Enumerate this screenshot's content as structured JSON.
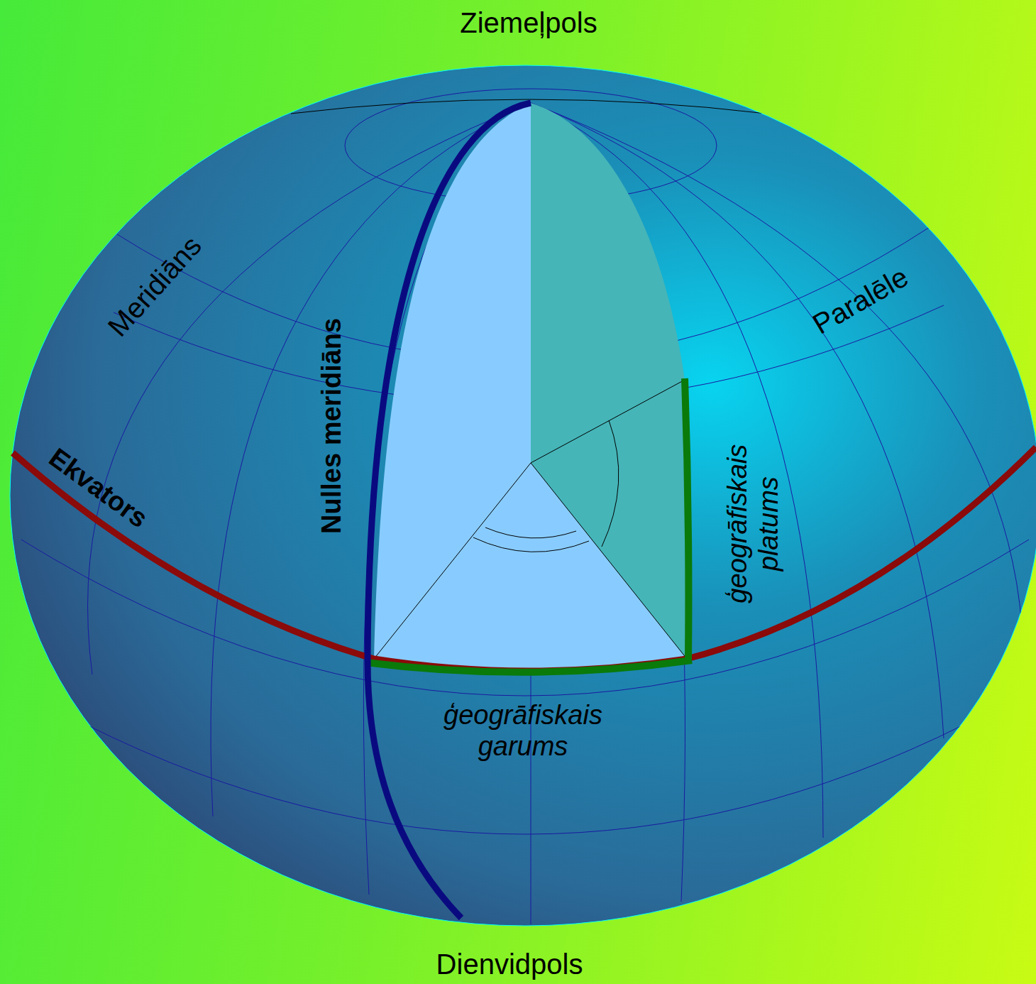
{
  "diagram": {
    "labels": [
      "Ziemeļpols",
      "Meridiāns",
      "Paralēle",
      "Nulles meridiāns",
      "Ekvators",
      "ģeogrāfiskais platums",
      "ģeogrāfiskais garums",
      "Dienvidpols"
    ]
  }
}
